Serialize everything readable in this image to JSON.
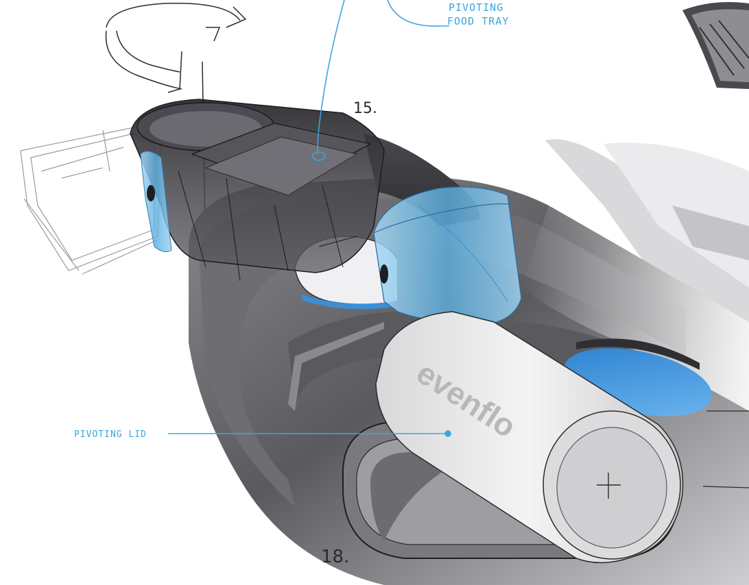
{
  "annotations": {
    "pivoting_food_tray_line1": "PIVOTING",
    "pivoting_food_tray_line2": "FOOD TRAY",
    "pivoting_lid": "PIVOTING LID"
  },
  "figure_numbers": {
    "top": "15.",
    "bottom": "18."
  },
  "brand": {
    "logo_text": "evenflo"
  },
  "colors": {
    "annotation_blue": "#3aa6df",
    "cup_blue": "#7cc3e8",
    "body_gray": "#5e5e62",
    "lid_white": "#eeeeef",
    "tray_smoke": "#3b3b40",
    "pencil": "#2a2a2a"
  }
}
